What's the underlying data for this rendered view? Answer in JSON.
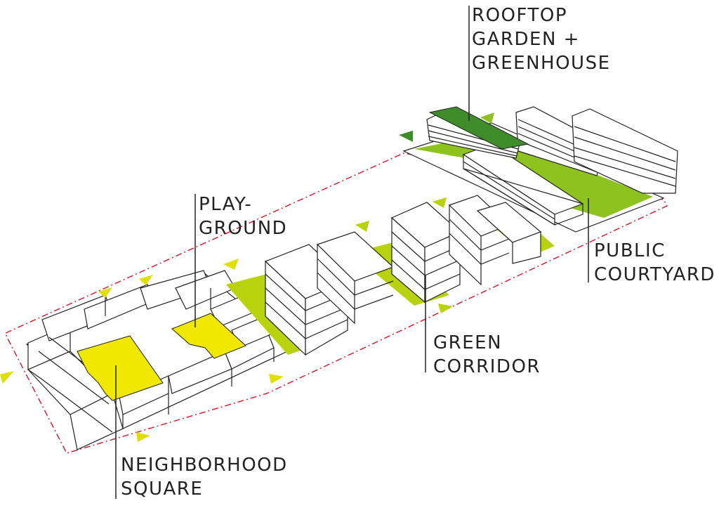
{
  "labels": {
    "rooftop": {
      "line1": "ROOFTOP",
      "line2": "GARDEN +",
      "line3": "GREENHOUSE"
    },
    "playground": {
      "line1": "PLAY-",
      "line2": "GROUND"
    },
    "public_courtyard": {
      "line1": "PUBLIC",
      "line2": "COURTYARD"
    },
    "green_corridor": {
      "line1": "GREEN",
      "line2": "CORRIDOR"
    },
    "neighborhood_square": {
      "line1": "NEIGHBORHOOD",
      "line2": "SQUARE"
    }
  },
  "colors": {
    "square_yellow": "#f0e800",
    "corridor_green": "#b8d20e",
    "courtyard_green": "#8dc21f",
    "rooftop_green": "#3f8c2a",
    "outline": "#222222",
    "site_boundary": "#d0243a"
  }
}
